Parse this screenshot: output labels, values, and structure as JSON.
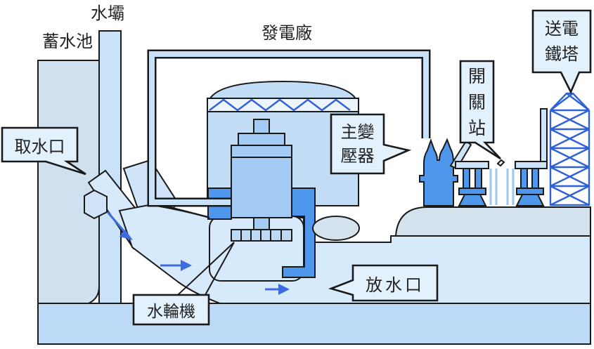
{
  "diagram": {
    "type": "hydroelectric-plant-cutaway",
    "plain_labels": {
      "dam": "水壩",
      "reservoir": "蓄水池",
      "powerhouse": "發電廠"
    },
    "callouts": {
      "intake": {
        "text": "取水口"
      },
      "main_transformer": {
        "lines": [
          "主變",
          "壓器"
        ]
      },
      "switchyard": {
        "lines": [
          "開",
          "關",
          "站"
        ]
      },
      "transmission_tower": {
        "lines": [
          "送電",
          "鐵塔"
        ]
      },
      "outlet": {
        "text": "放水口"
      },
      "turbine": {
        "text": "水輪機"
      }
    },
    "colors": {
      "outline": "#1a1a1a",
      "water": "#d7eafc",
      "reservoir": "#cfe0ee",
      "dam": "#c9e2f8",
      "dome": "#c3ddf6",
      "truss_bg": "#ecf4fd",
      "generator": "#a3cbf4",
      "strong_blue": "#4f97ec",
      "light_fill": "#cfe4f8",
      "bottom_band": "#bcd9f6",
      "platform": "#d3e2ec",
      "callout_fill": "#e3f1fc",
      "arrow": "#3c6ce0",
      "lattice": "#2f62d8",
      "text": "#222222"
    }
  }
}
